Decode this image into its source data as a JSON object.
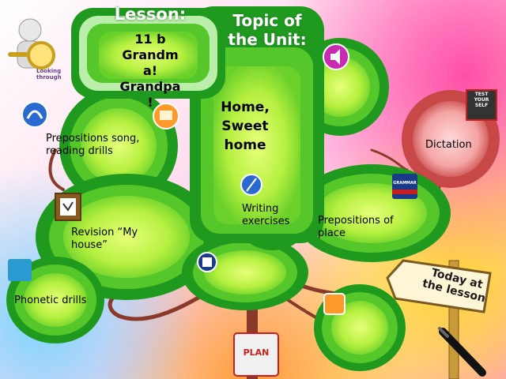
{
  "lesson": {
    "title": "Lesson:",
    "text_lines": [
      "11 b",
      "Grandm",
      "a!",
      "Grandpa",
      "!"
    ]
  },
  "topic": {
    "title_lines": [
      "Topic of",
      "the Unit:"
    ],
    "text_lines": [
      "Home,",
      "Sweet",
      "home"
    ]
  },
  "activities": {
    "song_lines": [
      "Prepositions song,",
      "reading drills"
    ],
    "dictation": "Dictation",
    "writing_lines": [
      "Writing",
      "exercises"
    ],
    "prepositions_lines": [
      "Prepositions of",
      "place"
    ],
    "revision_lines": [
      "Revision “My",
      "house”"
    ],
    "phonetic": "Phonetic drills"
  },
  "sign": {
    "lines": [
      "Today at",
      "the lesson"
    ]
  },
  "badges": {
    "looking_through_lines": [
      "Looking",
      "through"
    ],
    "grammar": "GRAMMAR",
    "test": [
      "TEST",
      "YOUR",
      "SELF"
    ],
    "plan": "PLAN"
  },
  "icons": [
    "headphones-icon",
    "book-icon",
    "speaker-icon",
    "test-yourself-icon",
    "grammar-book-icon",
    "quill-pen-icon",
    "checklist-icon",
    "phonetic-icon",
    "robot-icon",
    "toolbox-icon",
    "plan-icon",
    "magnifier-man-icon",
    "pen-icon"
  ],
  "colors": {
    "leaf_dark": "#1f9a1f",
    "leaf_light": "#ccff55",
    "trunk": "#8a3a2a",
    "dictation_ring": "#c84848"
  }
}
